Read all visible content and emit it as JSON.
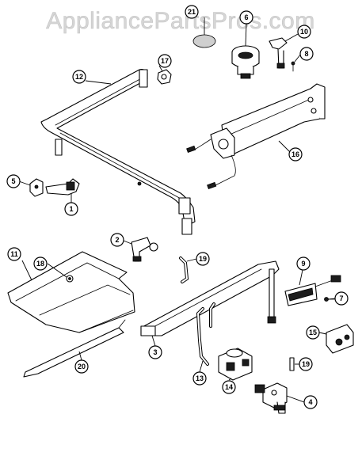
{
  "watermark": {
    "text": "AppliancePartsPros.com"
  },
  "callouts": {
    "c21": "21",
    "c6": "6",
    "c10": "10",
    "c8": "8",
    "c17": "17",
    "c12": "12",
    "c16": "16",
    "c5": "5",
    "c1": "1",
    "c2": "2",
    "c19a": "19",
    "c11": "11",
    "c18": "18",
    "c9": "9",
    "c7": "7",
    "c3": "3",
    "c15": "15",
    "c20": "20",
    "c13": "13",
    "c14": "14",
    "c19b": "19",
    "c4": "4"
  }
}
